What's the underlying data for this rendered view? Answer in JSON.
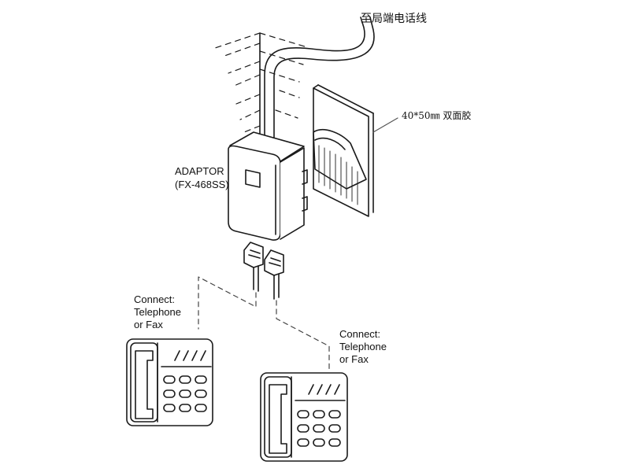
{
  "labels": {
    "line_label": "至局端电话线",
    "tape_label": "40*50㎜ 双面胶",
    "adaptor_name": "ADAPTOR",
    "adaptor_model": "(FX-468SS)",
    "connect_left": [
      "Connect:",
      "Telephone",
      "or Fax"
    ],
    "connect_right": [
      "Connect:",
      "Telephone",
      "or Fax"
    ]
  },
  "colors": {
    "stroke": "#1a1a1a",
    "leader": "#555555",
    "background": "#ffffff"
  }
}
